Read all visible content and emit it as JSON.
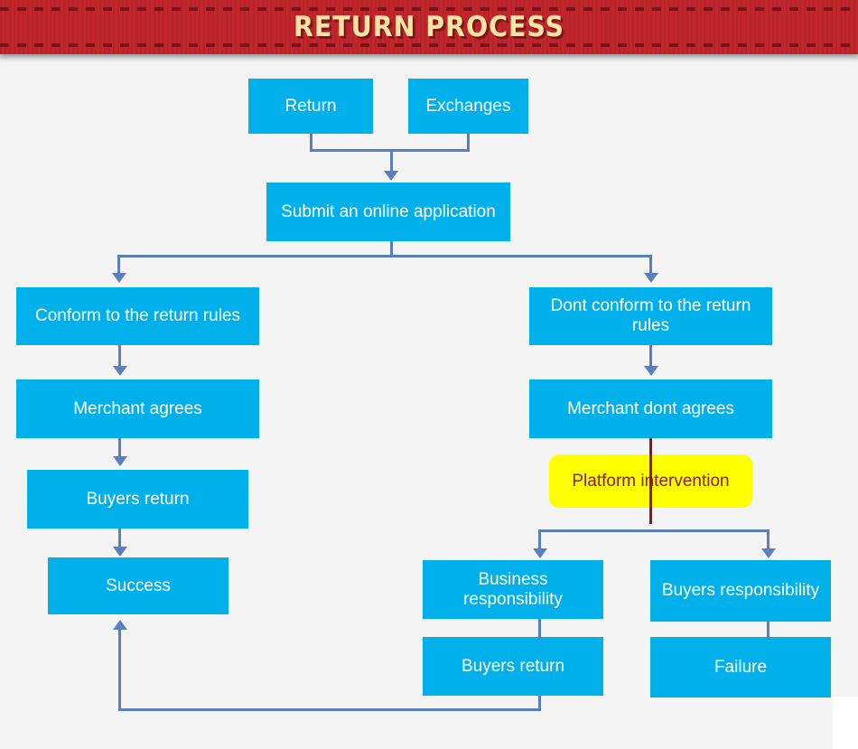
{
  "header": {
    "title": "RETURN PROCESS",
    "band_color": "#c0262b",
    "title_color": "#fbe3a4"
  },
  "theme": {
    "background": "#f4f4f4",
    "node_fill": "#00b0ea",
    "node_text": "#ffffff",
    "highlight_fill": "#ffff00",
    "highlight_text": "#8b2010",
    "connector": "#5b7fbe",
    "connector_highlight": "#8f1620"
  },
  "flow": {
    "nodes": {
      "return": "Return",
      "exchanges": "Exchanges",
      "submit": "Submit an online application",
      "conform": "Conform to the return rules",
      "merchant_agrees": "Merchant agrees",
      "buyers_return_left": "Buyers return",
      "success": "Success",
      "dont_conform": "Dont conform to the return rules",
      "merchant_dont_agrees": "Merchant dont agrees",
      "platform_intervention": "Platform intervention",
      "business_responsibility": "Business responsibility",
      "buyers_responsibility": "Buyers responsibility",
      "buyers_return_right": "Buyers return",
      "failure": "Failure"
    }
  }
}
